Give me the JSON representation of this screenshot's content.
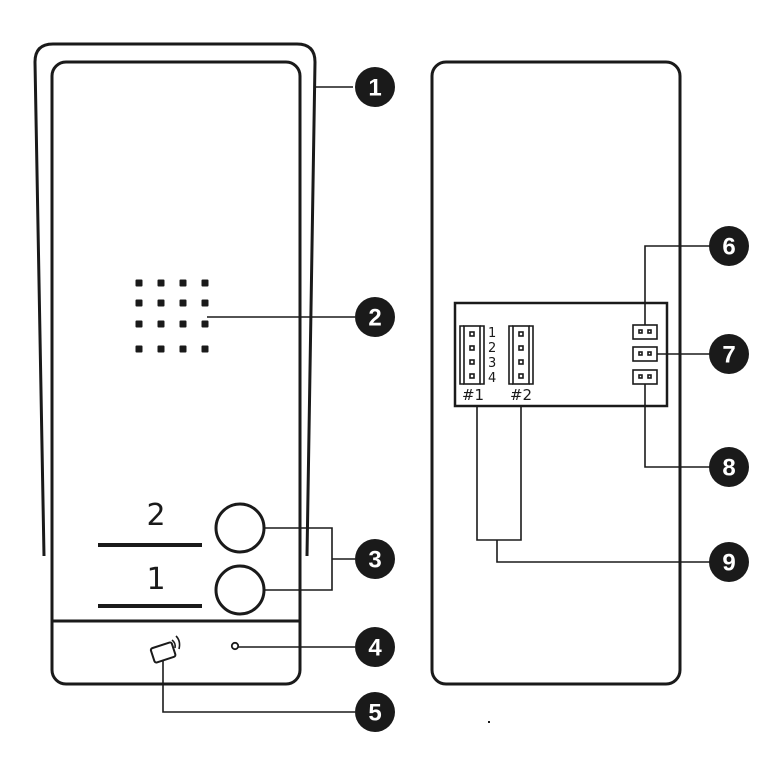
{
  "front_panel": {
    "buttons": [
      {
        "label": "2"
      },
      {
        "label": "1"
      }
    ]
  },
  "back_panel": {
    "connector_pins": [
      "1",
      "2",
      "3",
      "4"
    ],
    "connectors": [
      {
        "label": "#1"
      },
      {
        "label": "#2"
      }
    ]
  },
  "callouts": [
    "1",
    "2",
    "3",
    "4",
    "5",
    "6",
    "7",
    "8",
    "9"
  ],
  "colors": {
    "line": "#1a1a1a",
    "background": "#ffffff"
  }
}
